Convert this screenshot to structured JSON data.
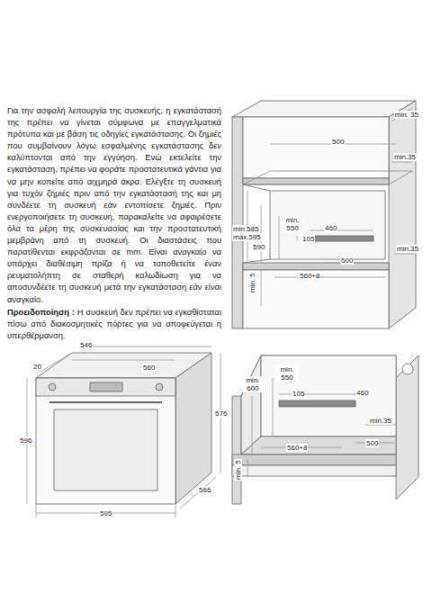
{
  "diagram": {
    "labels": [
      "Για την ασφαλή λειτουργία της συσκευής, η εγκατάστασή της πρέπει να γίνεται σύμφωνα με επαγγελματικά πρότυπα και με βάση τις οδηγίες εγκατάστασης. Οι ζημιές που συμβαίνουν λόγω εσφαλμένης εγκατάστασης δεν καλύπτονται από την εγγύηση. Ενώ εκτελείτε την εγκατάσταση, πρέπει να φοράτε προστατευτικά γάντια για να μην κοπείτε από αιχμηρά άκρα. Ελέγξτε τη συσκευή για τυχόν ζημιές πριν από την εγκατάστασή της και μη συνδέετε τη συσκευή εάν εντοπίσετε ζημιές. Πριν ενεργοποιήσετε τη συσκευή, παρακαλείτε να αφαιρέσετε όλα τα μέρη της συσκευασίας και την προστατευτική μεμβράνη από τη συσκευή. Οι διαστάσεις που παρατίθενται εκφράζονται σε mm. Είναι αναγκαίο να υπάρχει διαθέσιμη πρίζα ή να τοποθετείτε έναν ρευματολήπτη σε σταθερή καλωδίωση για να αποσυνδέετε τη συσκευή μετά την εγκατάσταση εάν είναι αναγκαίο.",
      "Προειδοποίηση :",
      "Η συσκευή δεν πρέπει να εγκαθίσταται πίσω από διακοσμητικές πόρτες για να αποφεύγεται η υπερθέρμανση.",
      "min. 35",
      "500",
      "min.35",
      "min.585",
      "max.595",
      "590",
      "min. 550",
      "460",
      "105",
      "min. 5",
      "500",
      "min.35",
      "560+8",
      "546",
      "20",
      "560",
      "596",
      "576",
      "595",
      "566",
      "min. 600",
      "min. 550",
      "105",
      "460",
      "min. 5",
      "560+8",
      "500",
      "min.35"
    ]
  }
}
